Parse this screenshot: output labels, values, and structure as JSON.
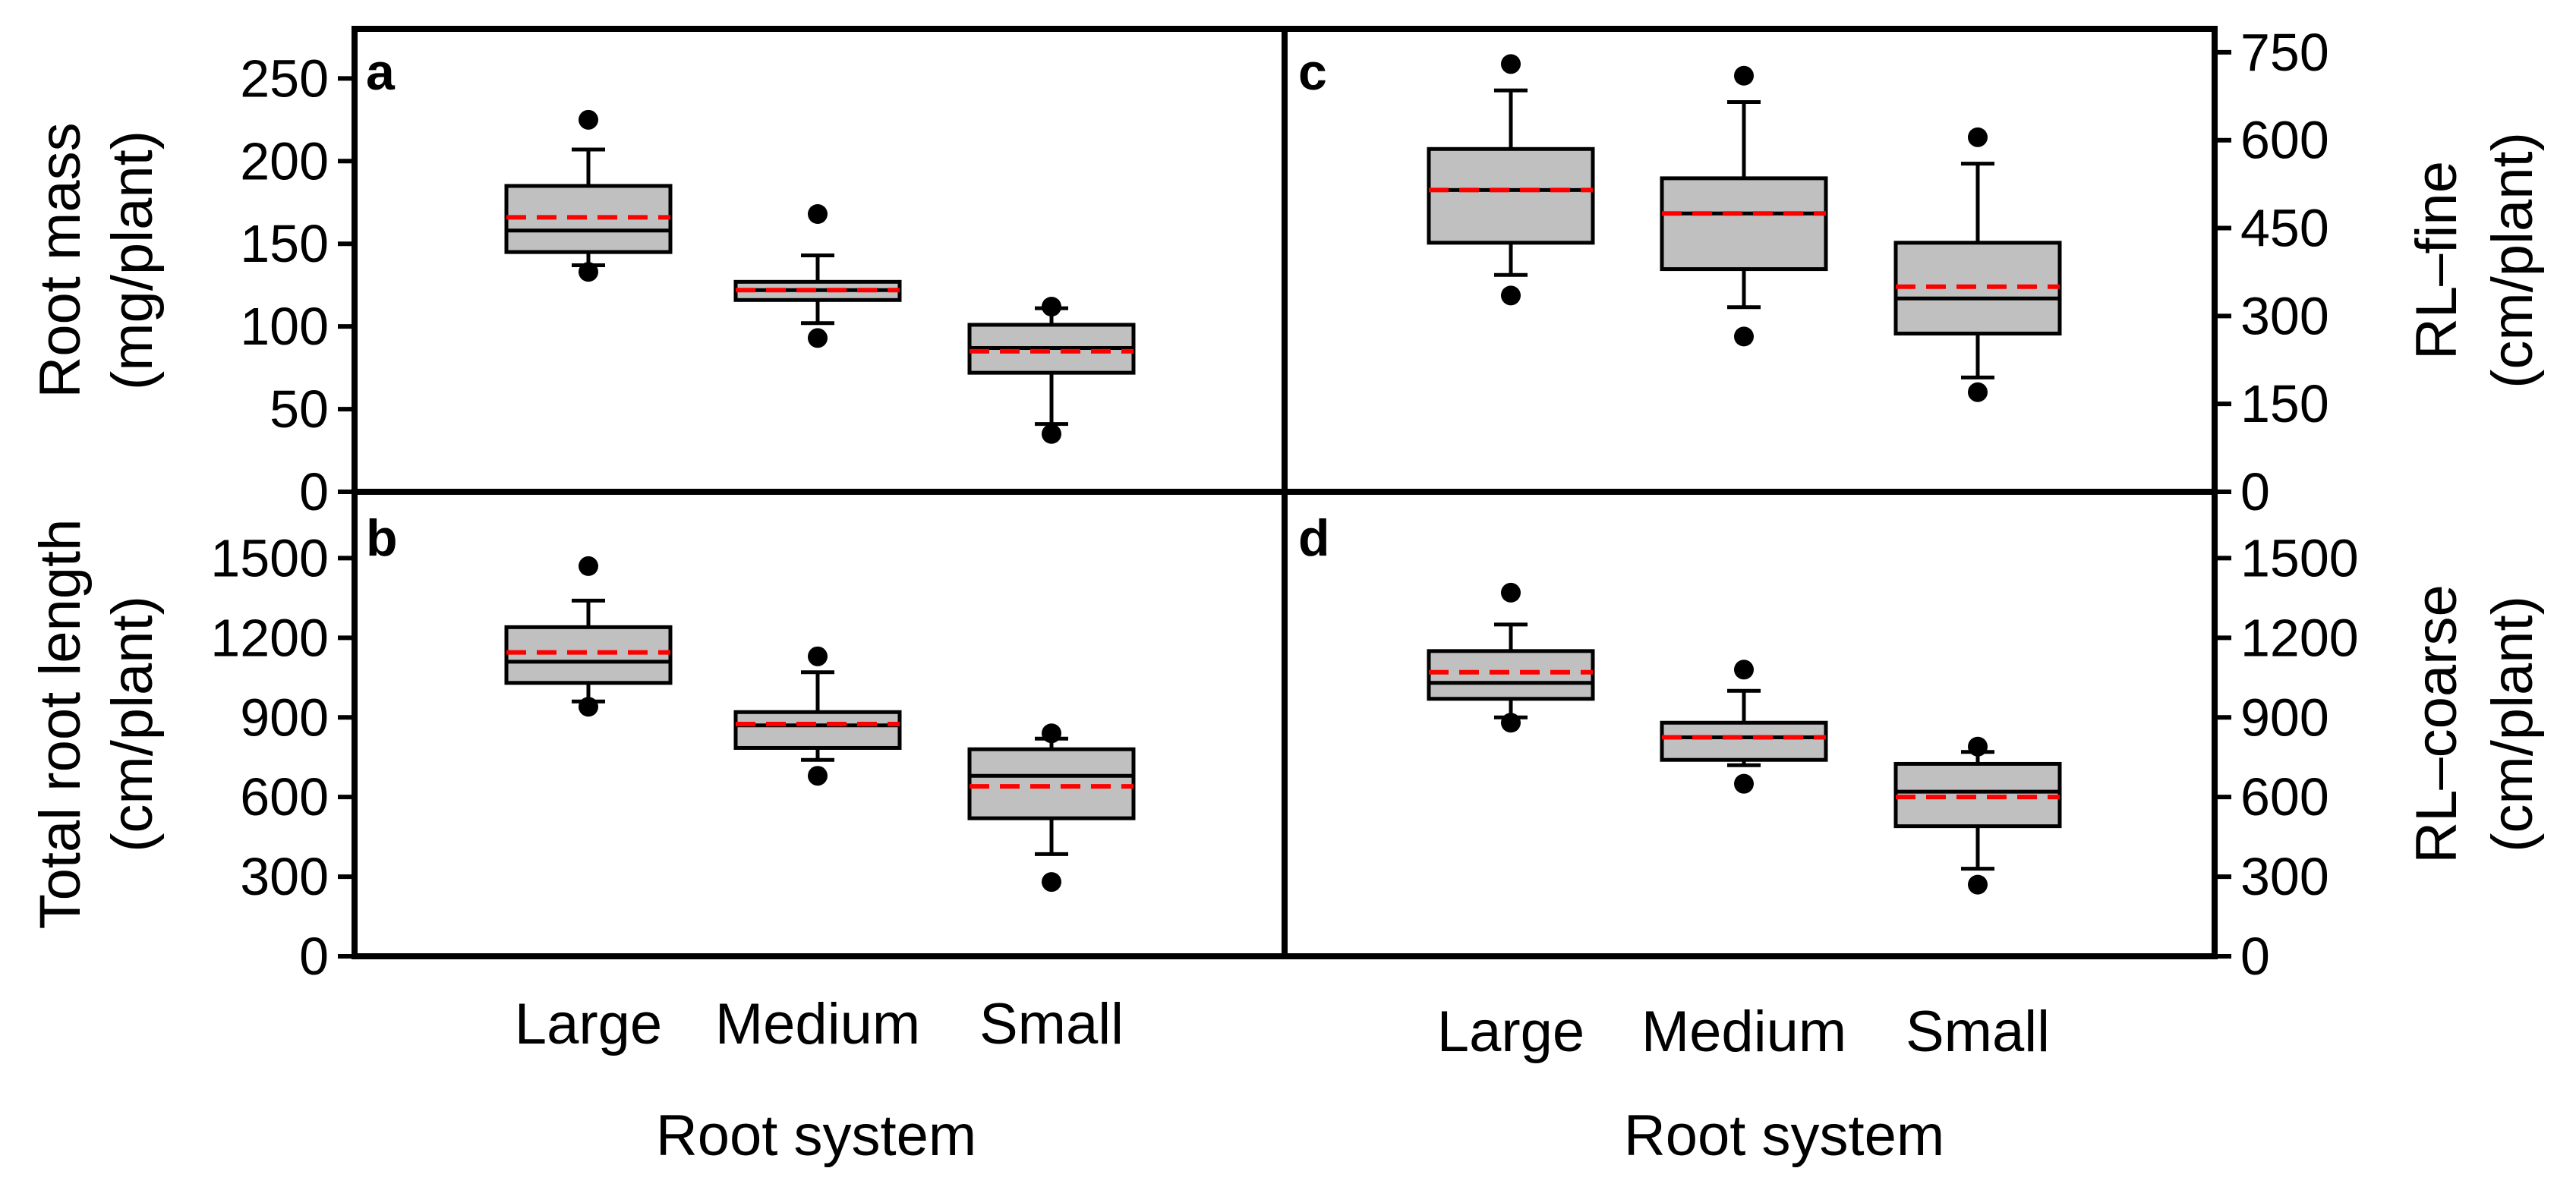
{
  "colors": {
    "box_fill": "#c0c0c0",
    "median": "#000000",
    "mean": "#ff0000",
    "frame": "#000000"
  },
  "chart_data": [
    {
      "panel": "a",
      "type": "box",
      "ylabel": [
        "Root mass",
        "(mg/plant)"
      ],
      "ylim": [
        0,
        280
      ],
      "yticks": [
        0,
        50,
        100,
        150,
        200,
        250
      ],
      "axis_side": "left",
      "categories": [
        "Large",
        "Medium",
        "Small"
      ],
      "boxes": [
        {
          "wlo": 137,
          "q1": 145,
          "median": 158,
          "mean": 166,
          "q3": 185,
          "whi": 207,
          "outliers": [
            133,
            225
          ]
        },
        {
          "wlo": 102,
          "q1": 116,
          "median": 122,
          "mean": 122,
          "q3": 127,
          "whi": 143,
          "outliers": [
            93,
            168
          ]
        },
        {
          "wlo": 41,
          "q1": 72,
          "median": 87,
          "mean": 85,
          "q3": 101,
          "whi": 111,
          "outliers": [
            35,
            112
          ]
        }
      ]
    },
    {
      "panel": "b",
      "type": "box",
      "ylabel": [
        "Total root length",
        "(cm/plant)"
      ],
      "ylim": [
        0,
        1750
      ],
      "yticks": [
        0,
        300,
        600,
        900,
        1200,
        1500
      ],
      "axis_side": "left",
      "categories": [
        "Large",
        "Medium",
        "Small"
      ],
      "boxes": [
        {
          "wlo": 960,
          "q1": 1030,
          "median": 1110,
          "mean": 1145,
          "q3": 1240,
          "whi": 1340,
          "outliers": [
            940,
            1470
          ]
        },
        {
          "wlo": 740,
          "q1": 785,
          "median": 870,
          "mean": 875,
          "q3": 920,
          "whi": 1070,
          "outliers": [
            680,
            1130
          ]
        },
        {
          "wlo": 385,
          "q1": 520,
          "median": 680,
          "mean": 640,
          "q3": 780,
          "whi": 820,
          "outliers": [
            280,
            840
          ]
        }
      ]
    },
    {
      "panel": "c",
      "type": "box",
      "ylabel": [
        "RL–fine",
        "(cm/plant)"
      ],
      "ylim": [
        0,
        790
      ],
      "yticks": [
        0,
        150,
        300,
        450,
        600,
        750
      ],
      "axis_side": "right",
      "categories": [
        "Large",
        "Medium",
        "Small"
      ],
      "boxes": [
        {
          "wlo": 370,
          "q1": 425,
          "median": 515,
          "mean": 515,
          "q3": 585,
          "whi": 685,
          "outliers": [
            335,
            730
          ]
        },
        {
          "wlo": 315,
          "q1": 380,
          "median": 475,
          "mean": 475,
          "q3": 535,
          "whi": 665,
          "outliers": [
            265,
            710
          ]
        },
        {
          "wlo": 195,
          "q1": 270,
          "median": 330,
          "mean": 350,
          "q3": 425,
          "whi": 560,
          "outliers": [
            170,
            605
          ]
        }
      ]
    },
    {
      "panel": "d",
      "type": "box",
      "ylabel": [
        "RL–coarse",
        "(cm/plant)"
      ],
      "ylim": [
        0,
        1750
      ],
      "yticks": [
        0,
        300,
        600,
        900,
        1200,
        1500
      ],
      "axis_side": "right",
      "categories": [
        "Large",
        "Medium",
        "Small"
      ],
      "boxes": [
        {
          "wlo": 900,
          "q1": 970,
          "median": 1030,
          "mean": 1070,
          "q3": 1150,
          "whi": 1250,
          "outliers": [
            880,
            1370
          ]
        },
        {
          "wlo": 720,
          "q1": 740,
          "median": 825,
          "mean": 825,
          "q3": 880,
          "whi": 1000,
          "outliers": [
            650,
            1080
          ]
        },
        {
          "wlo": 330,
          "q1": 490,
          "median": 620,
          "mean": 600,
          "q3": 725,
          "whi": 770,
          "outliers": [
            270,
            790
          ]
        }
      ]
    }
  ],
  "xlabel": "Root system",
  "xcategories": [
    "Large",
    "Medium",
    "Small"
  ]
}
